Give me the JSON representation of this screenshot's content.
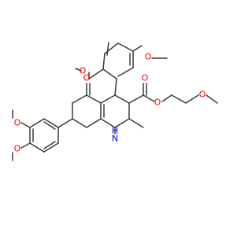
{
  "structure": {
    "atoms": {
      "o_top_methoxy": "O",
      "o_ortho_methoxy": "O",
      "o_ketone": "O",
      "o_ester_carbonyl": "O",
      "o_ester_link": "O",
      "o_methoxyethyl": "O",
      "o_left_upper_methoxy": "O",
      "o_left_lower_methoxy": "O",
      "nh_h": "H",
      "nh_n": "N"
    },
    "colors": {
      "bond": "#3a3a3a",
      "oxygen": "#ff0000",
      "nitrogen": "#0000ff",
      "background": "#ffffff"
    }
  }
}
